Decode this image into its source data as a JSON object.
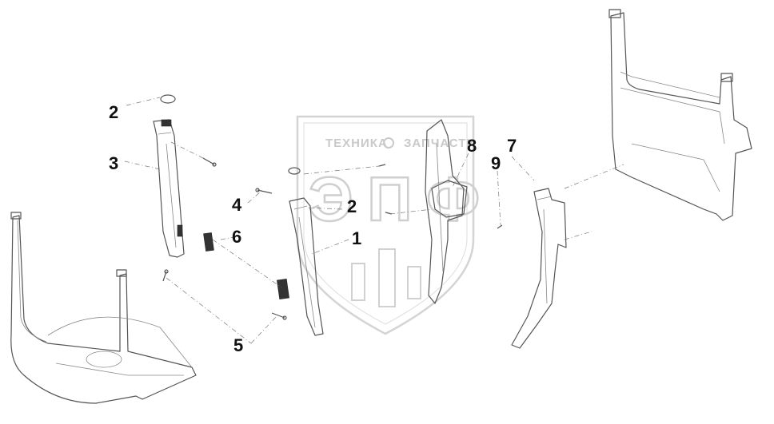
{
  "watermark": {
    "top_left_text": "ТЕХНИКА",
    "top_right_text": "ЗАПЧАСТИ",
    "big_letters": "ЭПФ"
  },
  "callouts": [
    {
      "id": "c2a",
      "text": "2"
    },
    {
      "id": "c3",
      "text": "3"
    },
    {
      "id": "c4",
      "text": "4"
    },
    {
      "id": "c6",
      "text": "6"
    },
    {
      "id": "c5",
      "text": "5"
    },
    {
      "id": "c2b",
      "text": "2"
    },
    {
      "id": "c1",
      "text": "1"
    },
    {
      "id": "c8",
      "text": "8"
    },
    {
      "id": "c9",
      "text": "9"
    },
    {
      "id": "c7",
      "text": "7"
    }
  ],
  "colors": {
    "line": "#555555",
    "callout": "#111111",
    "watermark": "#cfcfcf"
  }
}
